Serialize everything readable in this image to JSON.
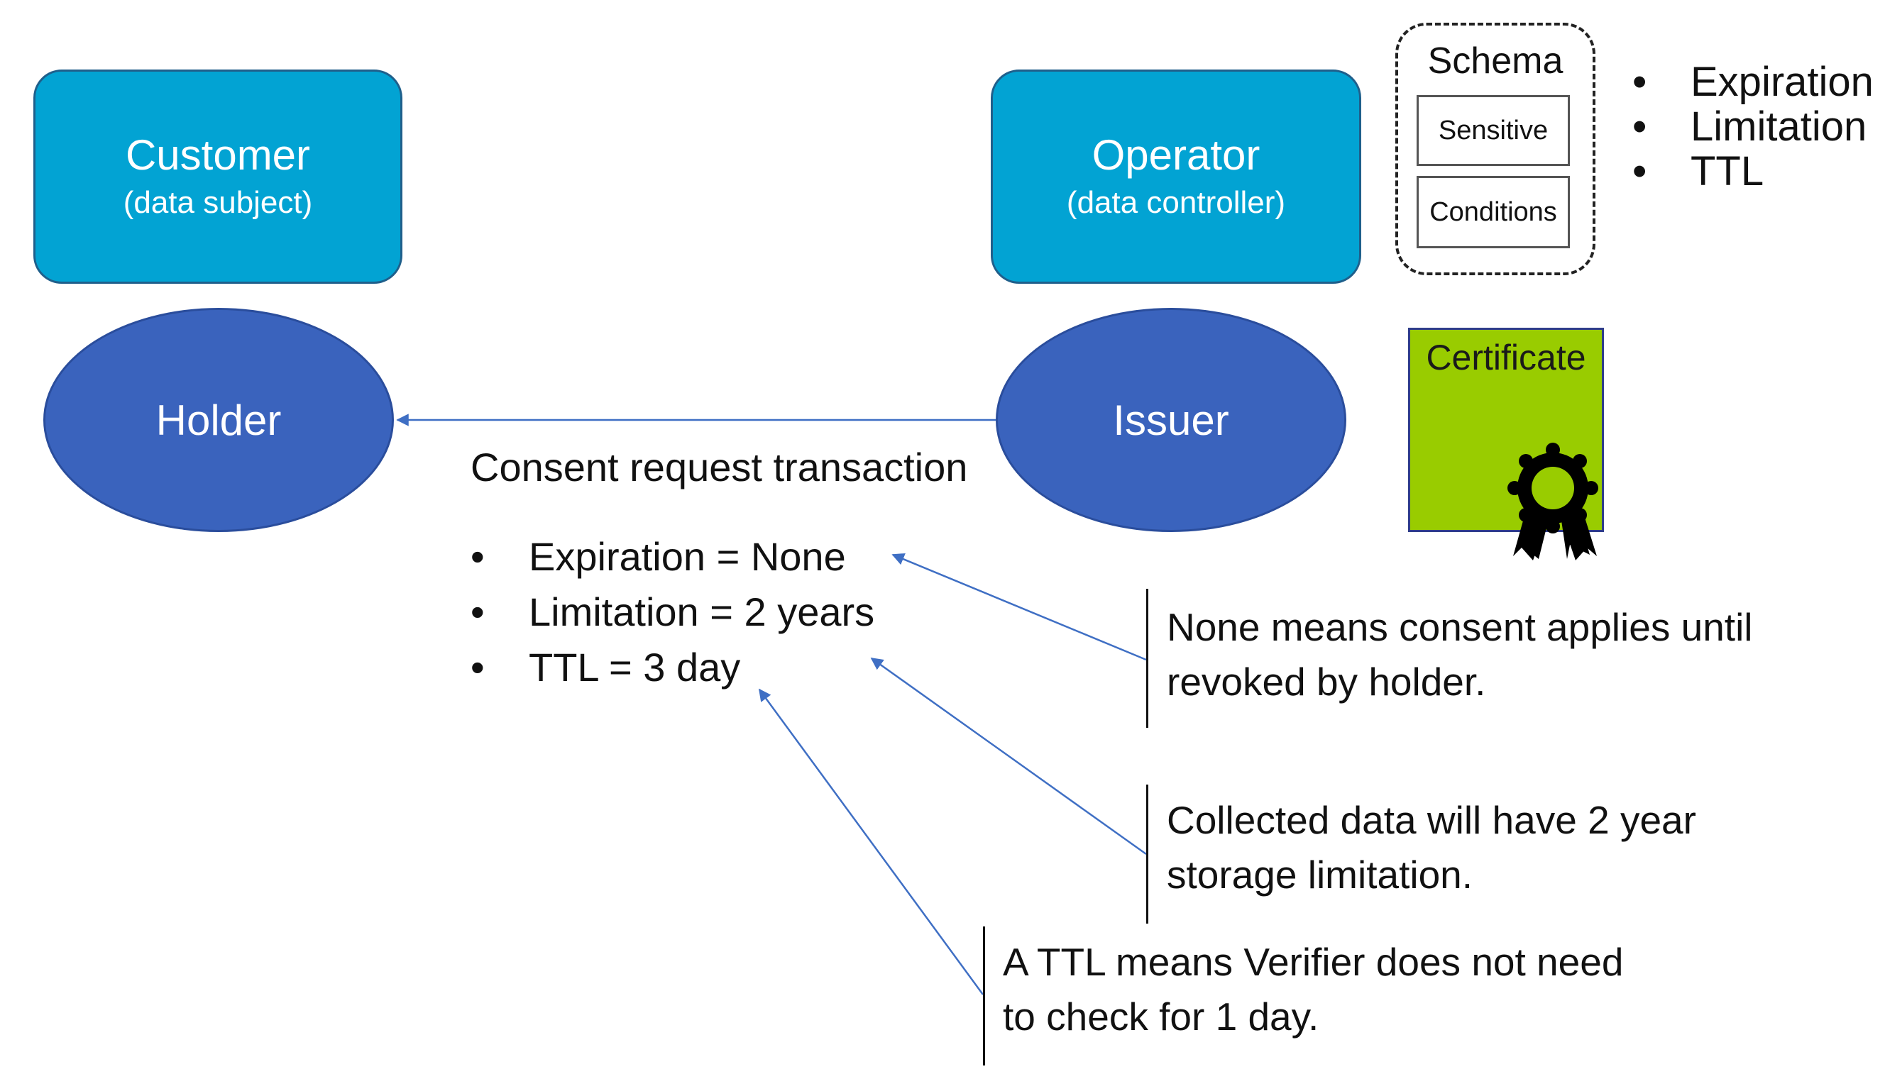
{
  "roles": {
    "customer": {
      "title": "Customer",
      "subtitle": "(data subject)"
    },
    "operator": {
      "title": "Operator",
      "subtitle": "(data controller)"
    }
  },
  "agents": {
    "holder": "Holder",
    "issuer": "Issuer"
  },
  "schema": {
    "title": "Schema",
    "fields": [
      "Sensitive",
      "Conditions"
    ],
    "properties": [
      "Expiration",
      "Limitation",
      "TTL"
    ]
  },
  "certificate": {
    "title": "Certificate",
    "icon": "award-ribbon-icon"
  },
  "transaction": {
    "label": "Consent request transaction",
    "params": [
      "Expiration = None",
      "Limitation = 2 years",
      "TTL = 3 day"
    ]
  },
  "notes": {
    "expiration": [
      "None means consent applies until",
      "revoked by holder."
    ],
    "limitation": [
      "Collected data will have 2 year",
      "storage limitation."
    ],
    "ttl": [
      "A TTL means Verifier does not need",
      "to check for 1 day."
    ]
  },
  "colors": {
    "role_box": "#02a3d3",
    "agent_ellipse": "#3a63bd",
    "certificate": "#99cc00",
    "arrow": "#3f6fc4"
  }
}
